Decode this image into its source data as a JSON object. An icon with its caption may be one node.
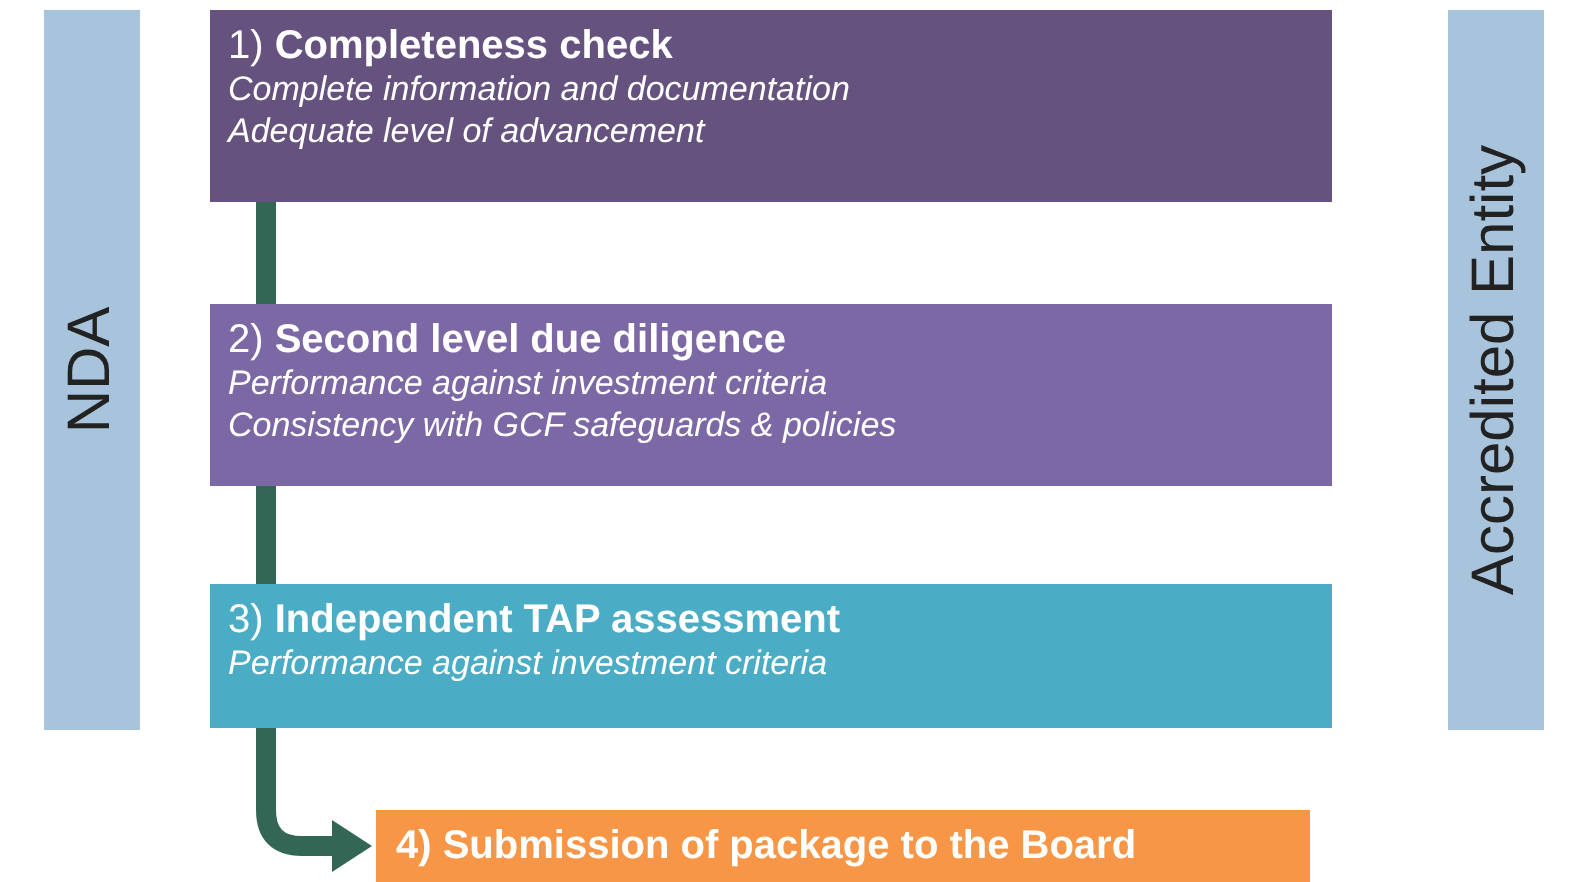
{
  "diagram": {
    "nodes": [
      {
        "text": [
          "NDA"
        ]
      },
      {
        "text": [
          "1) **Completeness check**",
          "Complete information and documentation",
          "Adequate level of advancement"
        ]
      },
      {
        "text": [
          "2) **Second level due diligence**",
          "Performance against investment criteria",
          "Consistency with GCF safeguards & policies"
        ]
      },
      {
        "text": [
          "3) **Independent TAP assessment**",
          "Performance against investment criteria"
        ]
      },
      {
        "text": [
          "4) Submission of package to the Board"
        ]
      },
      {
        "text": [
          "Accredited Entity"
        ]
      }
    ],
    "edges": [
      {
        "from": 1,
        "to": 2,
        "arrow": "none"
      },
      {
        "from": 2,
        "to": 3,
        "arrow": "none"
      },
      {
        "from": 3,
        "to": 4,
        "arrow": "to"
      }
    ]
  }
}
